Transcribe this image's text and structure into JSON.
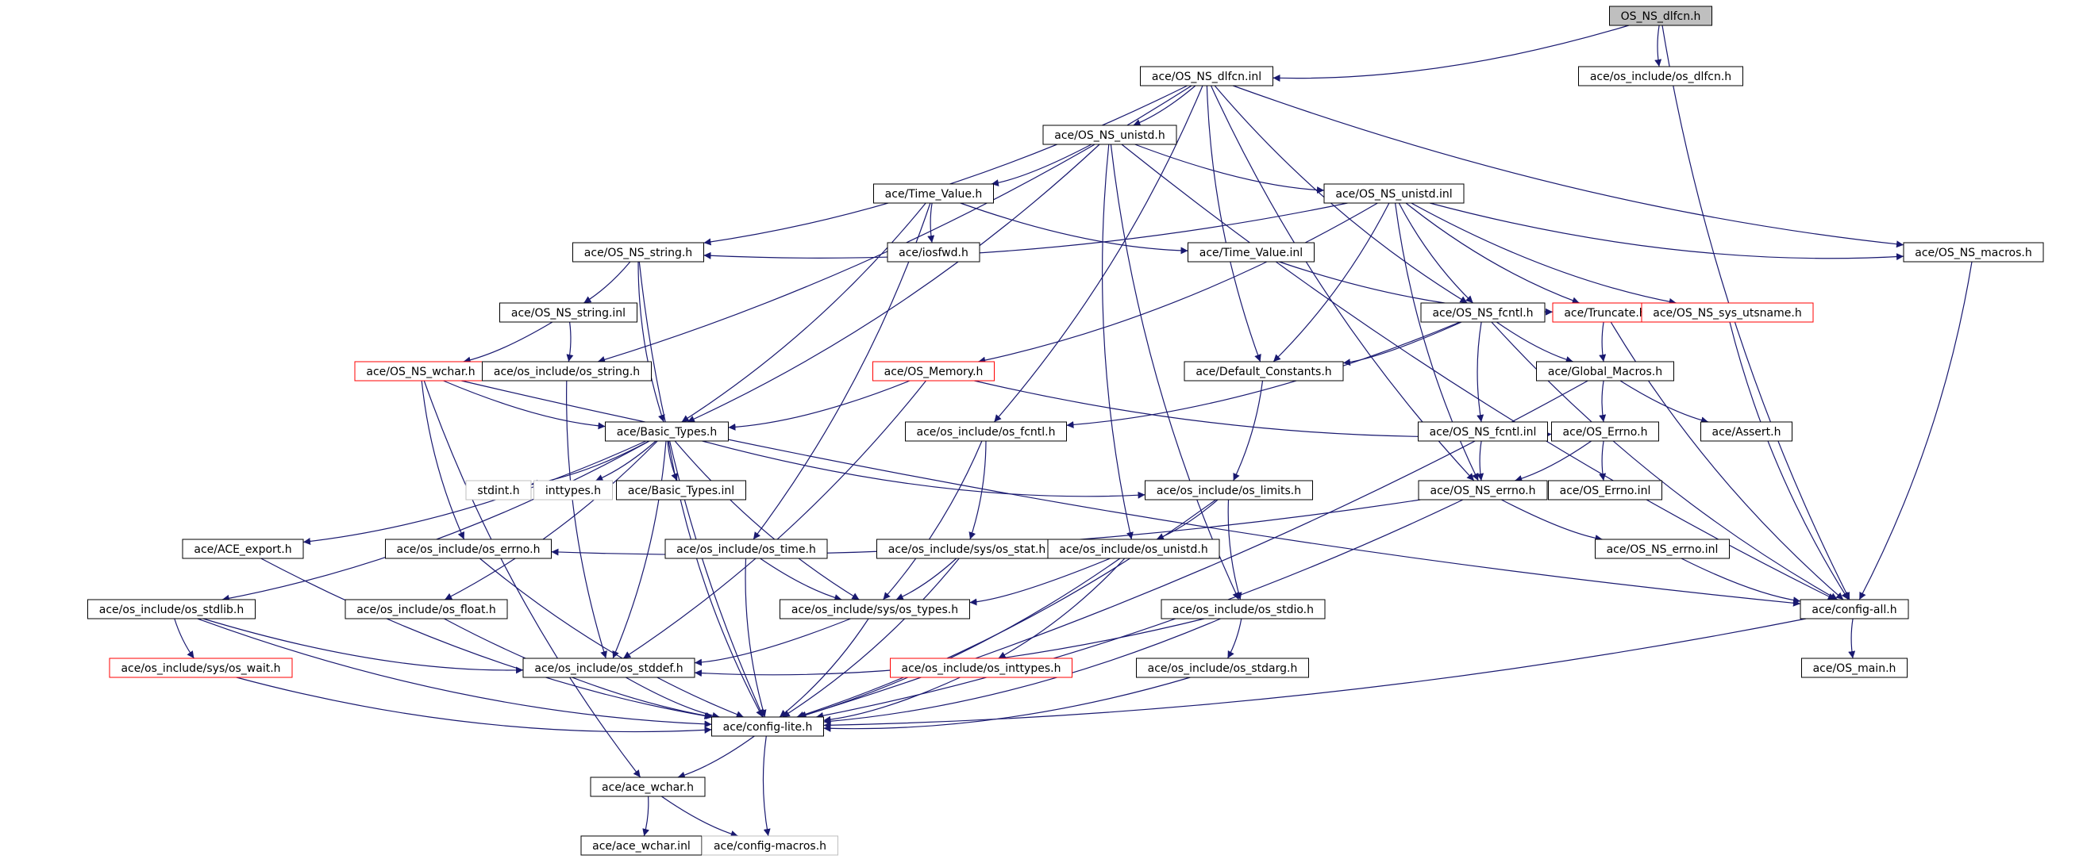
{
  "colors": {
    "edge": "#191970",
    "normal_border": "#000000",
    "truncated_border": "#ff0000",
    "external_border": "#bfbfbf",
    "root_fill": "#bfbfbf",
    "background": "#ffffff"
  },
  "nodes": [
    {
      "id": "os_ns_dlfcn_h",
      "label": "OS_NS_dlfcn.h",
      "style": "root"
    },
    {
      "id": "os_ns_dlfcn_inl",
      "label": "ace/OS_NS_dlfcn.inl",
      "style": "normal"
    },
    {
      "id": "os_include_os_dlfcn",
      "label": "ace/os_include/os_dlfcn.h",
      "style": "normal"
    },
    {
      "id": "os_ns_unistd_h",
      "label": "ace/OS_NS_unistd.h",
      "style": "normal"
    },
    {
      "id": "time_value_h",
      "label": "ace/Time_Value.h",
      "style": "normal"
    },
    {
      "id": "os_ns_unistd_inl",
      "label": "ace/OS_NS_unistd.inl",
      "style": "normal"
    },
    {
      "id": "os_ns_string_h",
      "label": "ace/OS_NS_string.h",
      "style": "normal"
    },
    {
      "id": "iosfwd_h",
      "label": "ace/iosfwd.h",
      "style": "normal"
    },
    {
      "id": "time_value_inl",
      "label": "ace/Time_Value.inl",
      "style": "normal"
    },
    {
      "id": "os_ns_macros_h",
      "label": "ace/OS_NS_macros.h",
      "style": "normal"
    },
    {
      "id": "os_ns_string_inl",
      "label": "ace/OS_NS_string.inl",
      "style": "normal"
    },
    {
      "id": "os_ns_fcntl_h",
      "label": "ace/OS_NS_fcntl.h",
      "style": "normal"
    },
    {
      "id": "truncate_h",
      "label": "ace/Truncate.h",
      "style": "truncated"
    },
    {
      "id": "os_ns_sys_utsname_h",
      "label": "ace/OS_NS_sys_utsname.h",
      "style": "truncated"
    },
    {
      "id": "os_ns_wchar_h",
      "label": "ace/OS_NS_wchar.h",
      "style": "truncated"
    },
    {
      "id": "os_include_os_string_h",
      "label": "ace/os_include/os_string.h",
      "style": "normal"
    },
    {
      "id": "os_memory_h",
      "label": "ace/OS_Memory.h",
      "style": "truncated"
    },
    {
      "id": "default_constants_h",
      "label": "ace/Default_Constants.h",
      "style": "normal"
    },
    {
      "id": "global_macros_h",
      "label": "ace/Global_Macros.h",
      "style": "normal"
    },
    {
      "id": "basic_types_h",
      "label": "ace/Basic_Types.h",
      "style": "normal"
    },
    {
      "id": "os_include_os_fcntl_h",
      "label": "ace/os_include/os_fcntl.h",
      "style": "normal"
    },
    {
      "id": "os_ns_fcntl_inl",
      "label": "ace/OS_NS_fcntl.inl",
      "style": "normal"
    },
    {
      "id": "os_errno_h",
      "label": "ace/OS_Errno.h",
      "style": "normal"
    },
    {
      "id": "assert_h",
      "label": "ace/Assert.h",
      "style": "normal"
    },
    {
      "id": "stdint_h",
      "label": "stdint.h",
      "style": "external"
    },
    {
      "id": "inttypes_h",
      "label": "inttypes.h",
      "style": "external"
    },
    {
      "id": "basic_types_inl",
      "label": "ace/Basic_Types.inl",
      "style": "normal"
    },
    {
      "id": "os_include_os_limits_h",
      "label": "ace/os_include/os_limits.h",
      "style": "normal"
    },
    {
      "id": "os_ns_errno_h",
      "label": "ace/OS_NS_errno.h",
      "style": "normal"
    },
    {
      "id": "os_errno_inl",
      "label": "ace/OS_Errno.inl",
      "style": "normal"
    },
    {
      "id": "ace_export_h",
      "label": "ace/ACE_export.h",
      "style": "normal"
    },
    {
      "id": "os_include_os_errno_h",
      "label": "ace/os_include/os_errno.h",
      "style": "normal"
    },
    {
      "id": "os_include_os_time_h",
      "label": "ace/os_include/os_time.h",
      "style": "normal"
    },
    {
      "id": "os_include_sys_os_stat_h",
      "label": "ace/os_include/sys/os_stat.h",
      "style": "normal"
    },
    {
      "id": "os_include_os_unistd_h",
      "label": "ace/os_include/os_unistd.h",
      "style": "normal"
    },
    {
      "id": "os_ns_errno_inl",
      "label": "ace/OS_NS_errno.inl",
      "style": "normal"
    },
    {
      "id": "os_include_os_stdlib_h",
      "label": "ace/os_include/os_stdlib.h",
      "style": "normal"
    },
    {
      "id": "os_include_os_float_h",
      "label": "ace/os_include/os_float.h",
      "style": "normal"
    },
    {
      "id": "os_include_sys_os_types_h",
      "label": "ace/os_include/sys/os_types.h",
      "style": "normal"
    },
    {
      "id": "os_include_os_stdio_h",
      "label": "ace/os_include/os_stdio.h",
      "style": "normal"
    },
    {
      "id": "config_all_h",
      "label": "ace/config-all.h",
      "style": "normal"
    },
    {
      "id": "os_include_sys_os_wait_h",
      "label": "ace/os_include/sys/os_wait.h",
      "style": "truncated"
    },
    {
      "id": "os_include_os_stddef_h",
      "label": "ace/os_include/os_stddef.h",
      "style": "normal"
    },
    {
      "id": "os_include_os_inttypes_h",
      "label": "ace/os_include/os_inttypes.h",
      "style": "truncated"
    },
    {
      "id": "os_include_os_stdarg_h",
      "label": "ace/os_include/os_stdarg.h",
      "style": "normal"
    },
    {
      "id": "os_main_h",
      "label": "ace/OS_main.h",
      "style": "normal"
    },
    {
      "id": "config_lite_h",
      "label": "ace/config-lite.h",
      "style": "normal"
    },
    {
      "id": "ace_wchar_h",
      "label": "ace/ace_wchar.h",
      "style": "normal"
    },
    {
      "id": "ace_wchar_inl",
      "label": "ace/ace_wchar.inl",
      "style": "normal"
    },
    {
      "id": "config_macros_h",
      "label": "ace/config-macros.h",
      "style": "external"
    }
  ],
  "edges": [
    [
      "os_ns_dlfcn_h",
      "os_ns_dlfcn_inl"
    ],
    [
      "os_ns_dlfcn_h",
      "os_include_os_dlfcn"
    ],
    [
      "os_ns_dlfcn_h",
      "config_all_h"
    ],
    [
      "os_ns_dlfcn_inl",
      "os_ns_unistd_h"
    ],
    [
      "os_ns_dlfcn_inl",
      "os_ns_string_h"
    ],
    [
      "os_ns_dlfcn_inl",
      "os_include_os_string_h"
    ],
    [
      "os_ns_dlfcn_inl",
      "os_include_os_fcntl_h"
    ],
    [
      "os_ns_dlfcn_inl",
      "default_constants_h"
    ],
    [
      "os_ns_dlfcn_inl",
      "os_ns_fcntl_h"
    ],
    [
      "os_ns_dlfcn_inl",
      "os_ns_errno_h"
    ],
    [
      "os_ns_dlfcn_inl",
      "os_ns_macros_h"
    ],
    [
      "os_ns_unistd_h",
      "time_value_h"
    ],
    [
      "os_ns_unistd_h",
      "os_ns_unistd_inl"
    ],
    [
      "os_ns_unistd_h",
      "basic_types_h"
    ],
    [
      "os_ns_unistd_h",
      "os_include_os_unistd_h"
    ],
    [
      "os_ns_unistd_h",
      "os_include_os_stdio_h"
    ],
    [
      "os_ns_unistd_h",
      "config_all_h"
    ],
    [
      "time_value_h",
      "iosfwd_h"
    ],
    [
      "time_value_h",
      "time_value_inl"
    ],
    [
      "time_value_h",
      "basic_types_h"
    ],
    [
      "time_value_h",
      "os_include_os_time_h"
    ],
    [
      "time_value_inl",
      "truncate_h"
    ],
    [
      "os_ns_unistd_inl",
      "os_ns_string_h"
    ],
    [
      "os_ns_unistd_inl",
      "os_ns_macros_h"
    ],
    [
      "os_ns_unistd_inl",
      "os_ns_fcntl_h"
    ],
    [
      "os_ns_unistd_inl",
      "truncate_h"
    ],
    [
      "os_ns_unistd_inl",
      "os_ns_sys_utsname_h"
    ],
    [
      "os_ns_unistd_inl",
      "os_memory_h"
    ],
    [
      "os_ns_unistd_inl",
      "default_constants_h"
    ],
    [
      "os_ns_unistd_inl",
      "os_ns_errno_h"
    ],
    [
      "os_ns_string_h",
      "os_ns_string_inl"
    ],
    [
      "os_ns_string_h",
      "basic_types_h"
    ],
    [
      "os_ns_string_h",
      "config_lite_h"
    ],
    [
      "os_ns_string_inl",
      "os_ns_wchar_h"
    ],
    [
      "os_ns_string_inl",
      "os_include_os_string_h"
    ],
    [
      "os_include_os_string_h",
      "os_include_os_stddef_h"
    ],
    [
      "os_ns_wchar_h",
      "basic_types_h"
    ],
    [
      "os_ns_wchar_h",
      "os_include_os_errno_h"
    ],
    [
      "os_ns_wchar_h",
      "ace_wchar_h"
    ],
    [
      "os_ns_wchar_h",
      "config_all_h"
    ],
    [
      "os_memory_h",
      "basic_types_h"
    ],
    [
      "os_memory_h",
      "os_errno_h"
    ],
    [
      "os_memory_h",
      "os_include_os_stddef_h"
    ],
    [
      "os_ns_fcntl_h",
      "default_constants_h"
    ],
    [
      "os_ns_fcntl_h",
      "global_macros_h"
    ],
    [
      "os_ns_fcntl_h",
      "os_include_os_fcntl_h"
    ],
    [
      "os_ns_fcntl_h",
      "os_ns_fcntl_inl"
    ],
    [
      "os_ns_fcntl_h",
      "config_all_h"
    ],
    [
      "truncate_h",
      "global_macros_h"
    ],
    [
      "truncate_h",
      "config_all_h"
    ],
    [
      "os_ns_sys_utsname_h",
      "config_all_h"
    ],
    [
      "global_macros_h",
      "os_errno_h"
    ],
    [
      "global_macros_h",
      "assert_h"
    ],
    [
      "global_macros_h",
      "config_lite_h"
    ],
    [
      "os_errno_h",
      "os_ns_errno_h"
    ],
    [
      "os_errno_h",
      "os_errno_inl"
    ],
    [
      "os_ns_fcntl_inl",
      "os_ns_errno_h"
    ],
    [
      "default_constants_h",
      "os_include_os_limits_h"
    ],
    [
      "os_ns_macros_h",
      "config_all_h"
    ],
    [
      "basic_types_h",
      "stdint_h"
    ],
    [
      "basic_types_h",
      "inttypes_h"
    ],
    [
      "basic_types_h",
      "basic_types_inl"
    ],
    [
      "basic_types_h",
      "os_include_os_limits_h"
    ],
    [
      "basic_types_h",
      "ace_export_h"
    ],
    [
      "basic_types_h",
      "os_include_os_float_h"
    ],
    [
      "basic_types_h",
      "os_include_os_stdlib_h"
    ],
    [
      "basic_types_h",
      "os_include_os_stddef_h"
    ],
    [
      "basic_types_h",
      "os_include_sys_os_types_h"
    ],
    [
      "basic_types_h",
      "config_lite_h"
    ],
    [
      "os_include_os_fcntl_h",
      "os_include_sys_os_stat_h"
    ],
    [
      "os_include_os_fcntl_h",
      "os_include_sys_os_types_h"
    ],
    [
      "os_include_os_limits_h",
      "os_include_os_unistd_h"
    ],
    [
      "os_include_os_limits_h",
      "os_include_os_stdio_h"
    ],
    [
      "os_include_os_limits_h",
      "config_lite_h"
    ],
    [
      "os_ns_errno_h",
      "os_include_os_errno_h"
    ],
    [
      "os_ns_errno_h",
      "os_ns_errno_inl"
    ],
    [
      "os_ns_errno_h",
      "config_lite_h"
    ],
    [
      "os_ns_errno_inl",
      "config_all_h"
    ],
    [
      "ace_export_h",
      "config_lite_h"
    ],
    [
      "os_include_os_errno_h",
      "config_lite_h"
    ],
    [
      "os_include_os_time_h",
      "os_include_sys_os_types_h"
    ],
    [
      "os_include_os_time_h",
      "config_lite_h"
    ],
    [
      "os_include_sys_os_stat_h",
      "os_include_sys_os_types_h"
    ],
    [
      "os_include_sys_os_stat_h",
      "config_lite_h"
    ],
    [
      "os_include_os_unistd_h",
      "os_include_sys_os_types_h"
    ],
    [
      "os_include_os_unistd_h",
      "os_include_os_inttypes_h"
    ],
    [
      "os_include_os_unistd_h",
      "config_lite_h"
    ],
    [
      "os_include_os_stdlib_h",
      "os_include_sys_os_wait_h"
    ],
    [
      "os_include_os_stdlib_h",
      "os_include_os_stddef_h"
    ],
    [
      "os_include_os_stdlib_h",
      "config_lite_h"
    ],
    [
      "os_include_os_float_h",
      "config_lite_h"
    ],
    [
      "os_include_sys_os_types_h",
      "os_include_os_stddef_h"
    ],
    [
      "os_include_sys_os_types_h",
      "config_lite_h"
    ],
    [
      "os_include_os_stdio_h",
      "os_include_os_stdarg_h"
    ],
    [
      "os_include_os_stdio_h",
      "os_include_os_stddef_h"
    ],
    [
      "os_include_os_stdio_h",
      "config_lite_h"
    ],
    [
      "os_include_sys_os_wait_h",
      "config_lite_h"
    ],
    [
      "os_include_os_stddef_h",
      "config_lite_h"
    ],
    [
      "os_include_os_inttypes_h",
      "config_lite_h"
    ],
    [
      "os_include_os_stdarg_h",
      "config_lite_h"
    ],
    [
      "config_all_h",
      "os_main_h"
    ],
    [
      "config_all_h",
      "config_lite_h"
    ],
    [
      "config_lite_h",
      "ace_wchar_h"
    ],
    [
      "config_lite_h",
      "config_macros_h"
    ],
    [
      "ace_wchar_h",
      "ace_wchar_inl"
    ],
    [
      "ace_wchar_h",
      "config_macros_h"
    ]
  ]
}
